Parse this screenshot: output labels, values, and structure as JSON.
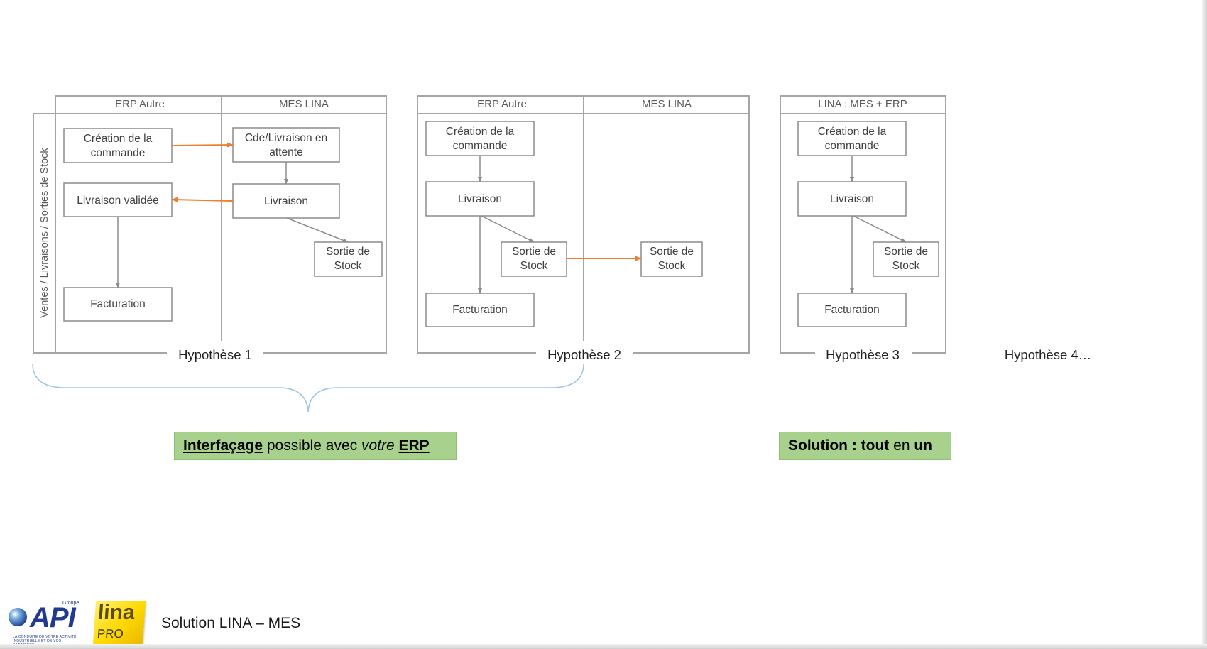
{
  "side_label": "Ventes / Livraisons / Sorties de Stock",
  "hypotheses": [
    {
      "label": "Hypothèse 1",
      "lanes": [
        "ERP Autre",
        "MES LINA"
      ],
      "boxes": {
        "creation": [
          "Création de la",
          "commande"
        ],
        "cde_attente": [
          "Cde/Livraison en",
          "attente"
        ],
        "livraison_validee": [
          "Livraison validée"
        ],
        "livraison": [
          "Livraison"
        ],
        "sortie_stock": [
          "Sortie de",
          "Stock"
        ],
        "facturation": [
          "Facturation"
        ]
      }
    },
    {
      "label": "Hypothèse 2",
      "lanes": [
        "ERP Autre",
        "MES LINA"
      ],
      "boxes": {
        "creation": [
          "Création de la",
          "commande"
        ],
        "livraison": [
          "Livraison"
        ],
        "sortie_stock_erp": [
          "Sortie de",
          "Stock"
        ],
        "sortie_stock_mes": [
          "Sortie de",
          "Stock"
        ],
        "facturation": [
          "Facturation"
        ]
      }
    },
    {
      "label": "Hypothèse 3",
      "lanes": [
        "LINA : MES + ERP"
      ],
      "boxes": {
        "creation": [
          "Création de la",
          "commande"
        ],
        "livraison": [
          "Livraison"
        ],
        "sortie_stock": [
          "Sortie de",
          "Stock"
        ],
        "facturation": [
          "Facturation"
        ]
      }
    },
    {
      "label": "Hypothèse 4…"
    }
  ],
  "banner_interface": {
    "part1": "Interfaçage",
    "part2": " possible avec ",
    "part3": "votre",
    "part4": " ",
    "part5": "ERP"
  },
  "banner_solution": {
    "part1": "Solution : ",
    "part2": "tout",
    "part3": " en ",
    "part4": "un"
  },
  "footer": {
    "title": "Solution LINA – MES",
    "api_logo": {
      "word": "API",
      "groupe": "Groupe",
      "tagline": "LA CONDUITE DE VOTRE ACTIVITÉ INDUSTRIELLE ET DE VOS BÂTIMENTS"
    },
    "lina_logo": {
      "word": "lina",
      "sub": "PRO"
    }
  },
  "colors": {
    "frame": "#a6a6a6",
    "box_border": "#8c8c8c",
    "arrow_gray": "#8c8c8c",
    "arrow_orange": "#ed7d31",
    "banner_fill": "#a9d18e",
    "brace": "#9dc3e6"
  }
}
